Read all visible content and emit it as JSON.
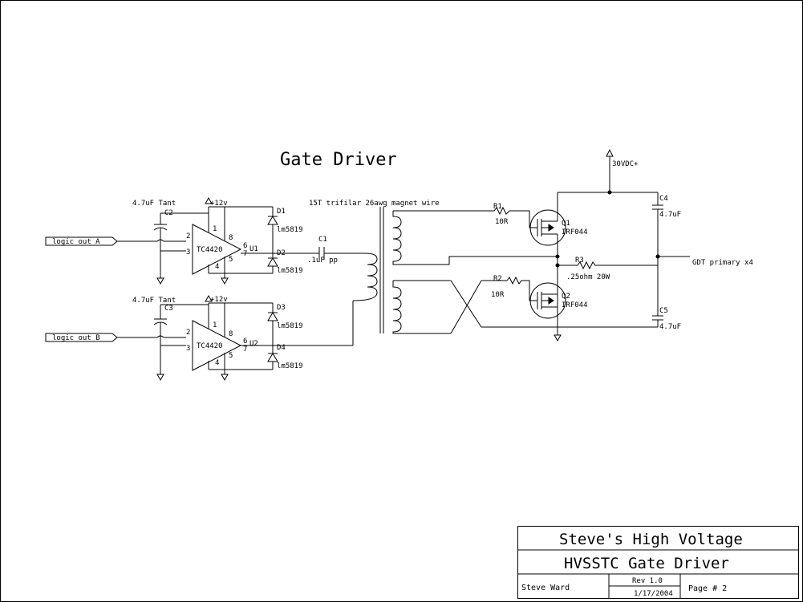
{
  "title": "Gate Driver",
  "annotations": {
    "transformer": "15T trifilar 26awg magnet wire"
  },
  "inputs": {
    "a": "logic out A",
    "b": "logic out B"
  },
  "power": {
    "v12_top": "+12v",
    "v12_bot": "+12v",
    "v30": "30VDC+"
  },
  "components": {
    "c2_value": "4.7uF Tant",
    "c2_ref": "C2",
    "c3_value": "4.7uF Tant",
    "c3_ref": "C3",
    "u1_part": "TC4420",
    "u1_ref": "U1",
    "u2_part": "TC4420",
    "u2_ref": "U2",
    "d1_ref": "D1",
    "d1_part": "lm5819",
    "d2_ref": "D2",
    "d2_part": "lm5819",
    "d3_ref": "D3",
    "d3_part": "lm5819",
    "d4_ref": "D4",
    "d4_part": "lm5819",
    "c1_ref": "C1",
    "c1_value": ".1uF pp",
    "r1_ref": "R1",
    "r1_value": "10R",
    "r2_ref": "R2",
    "r2_value": "10R",
    "q1_ref": "Q1",
    "q1_part": "IRF044",
    "q2_ref": "Q2",
    "q2_part": "IRF044",
    "r3_ref": "R3",
    "r3_value": ".25ohm 20W",
    "c4_ref": "C4",
    "c4_value": "4.7uF",
    "c5_ref": "C5",
    "c5_value": "4.7uF"
  },
  "pins": {
    "u1": [
      "1",
      "8",
      "2",
      "3",
      "6",
      "7",
      "5",
      "4"
    ],
    "u2": [
      "1",
      "8",
      "2",
      "3",
      "6",
      "7",
      "5",
      "4"
    ]
  },
  "output": "GDT primary x4",
  "title_block": {
    "company": "Steve's High Voltage",
    "project": "HVSSTC Gate Driver",
    "author": "Steve Ward",
    "revision": "Rev 1.0",
    "date": "1/17/2004",
    "page": "Page # 2"
  }
}
